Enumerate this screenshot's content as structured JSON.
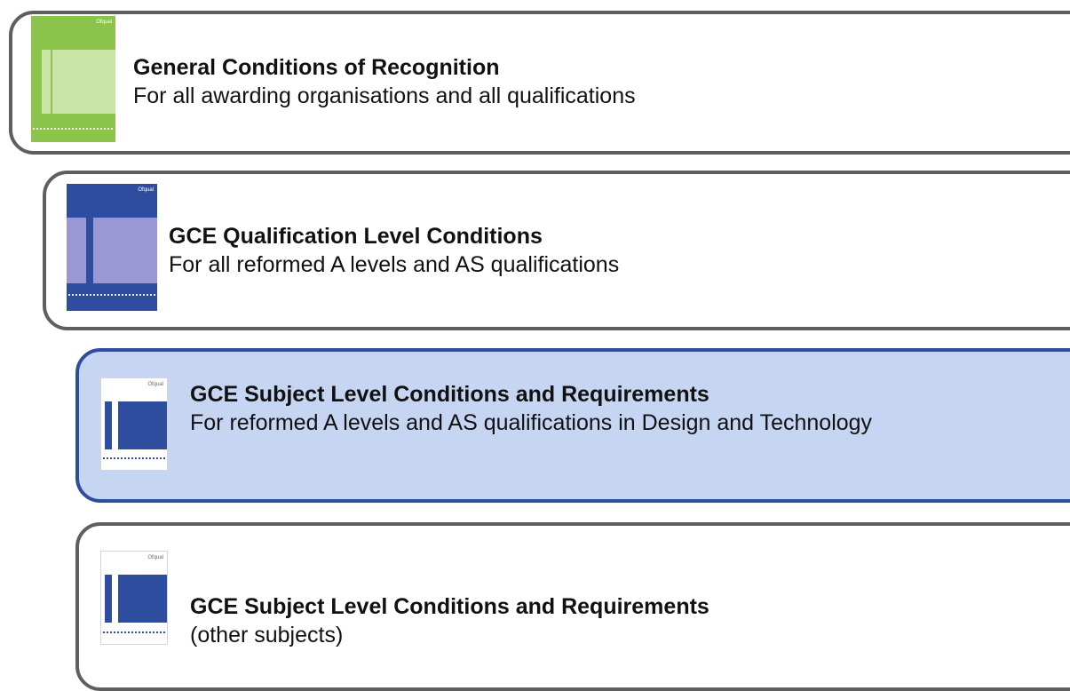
{
  "documents": [
    {
      "title": "General Conditions of Recognition",
      "subtitle": "For all awarding organisations and all qualifications",
      "cover_brand": "Ofqual",
      "cover_color": "#8cc34a"
    },
    {
      "title": "GCE Qualification Level Conditions",
      "subtitle": "For all reformed A levels and AS qualifications",
      "cover_brand": "Ofqual",
      "cover_color": "#2e4d9e"
    },
    {
      "title": "GCE Subject Level Conditions and Requirements",
      "subtitle": "For reformed A levels and AS qualifications in Design and Technology",
      "cover_brand": "Ofqual",
      "cover_color": "#2e4d9e",
      "highlighted": true
    },
    {
      "title": "GCE Subject Level Conditions and Requirements",
      "subtitle": "(other subjects)",
      "cover_brand": "Ofqual",
      "cover_color": "#2e4d9e"
    }
  ]
}
